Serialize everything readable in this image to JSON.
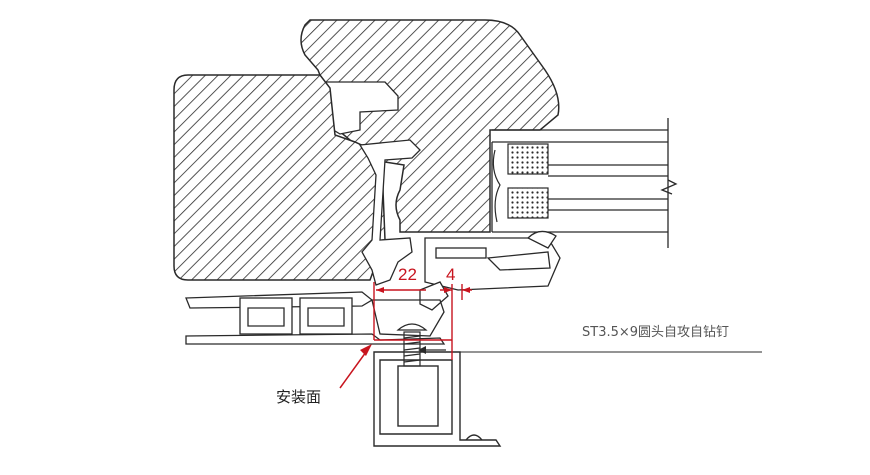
{
  "labels": {
    "dim_left": "22",
    "dim_right": "4",
    "screw_note": "ST3.5×9圆头自攻自钻钉",
    "mount_surface": "安装面"
  },
  "colors": {
    "line": "#2a2a2a",
    "dimension": "#c8141e",
    "background": "#ffffff"
  },
  "icons": {
    "hatch": "diagonal-hatch-pattern",
    "glass_spacer": "dotted-spacer-pattern",
    "screw": "self-drilling-screw-icon"
  }
}
